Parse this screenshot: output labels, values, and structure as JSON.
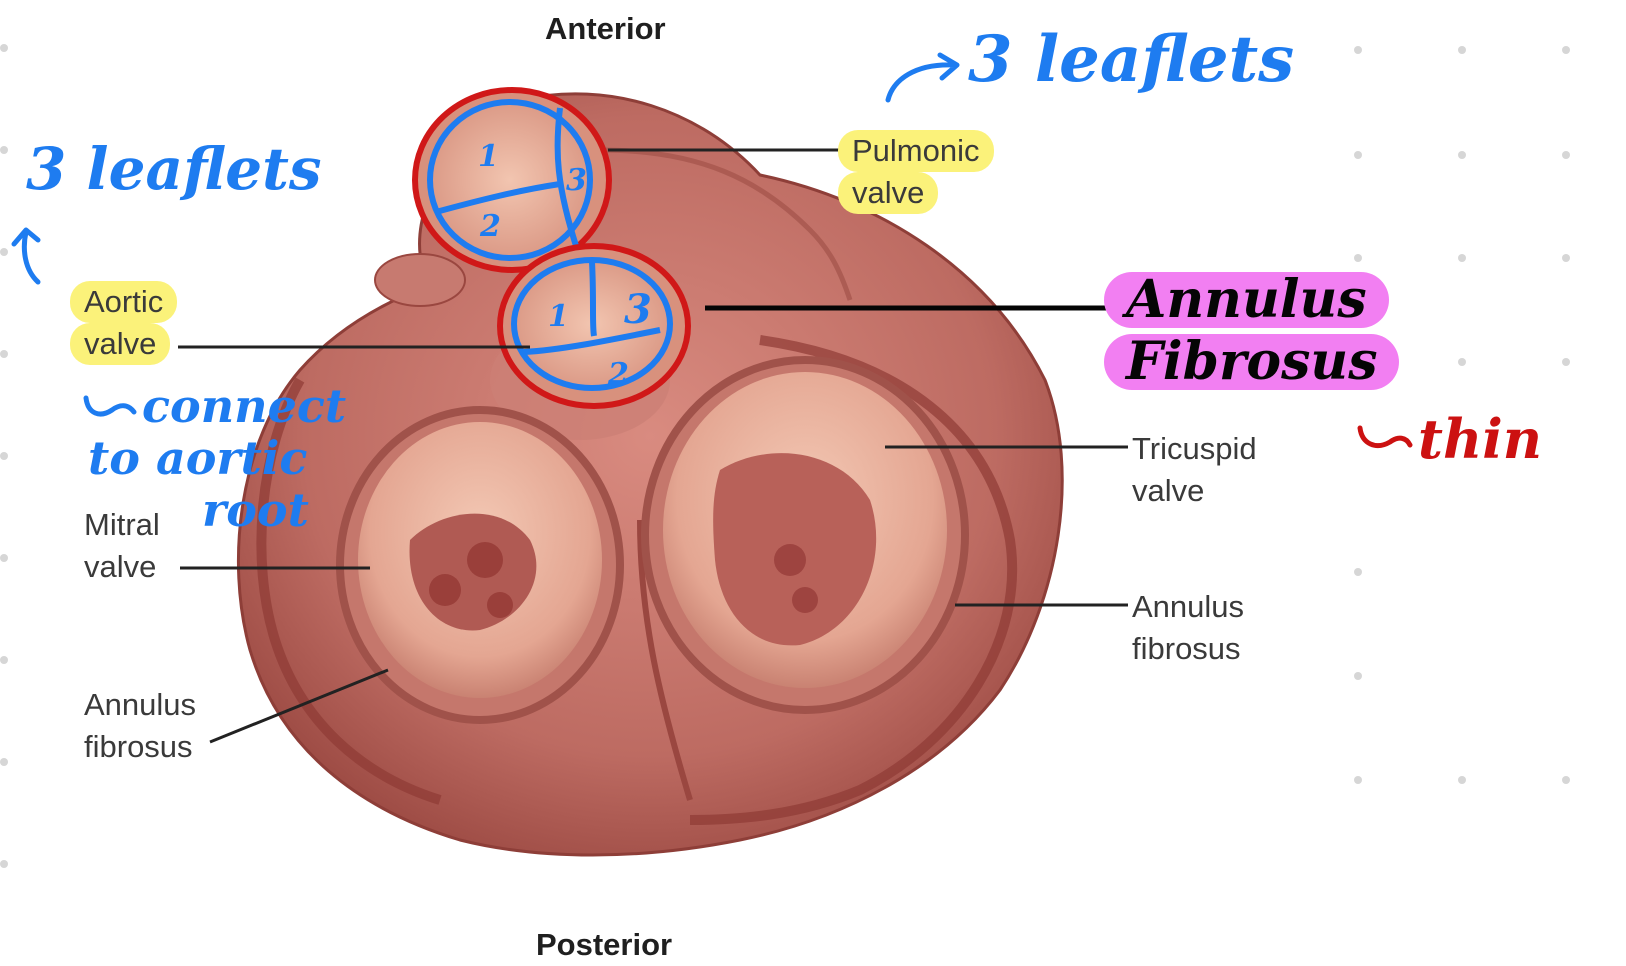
{
  "labels": {
    "anterior": "Anterior",
    "posterior": "Posterior",
    "pulmonic_line1": "Pulmonic",
    "pulmonic_line2": "valve",
    "aortic_line1": "Aortic",
    "aortic_line2": "valve",
    "mitral_line1": "Mitral",
    "mitral_line2": "valve",
    "annulus_left_line1": "Annulus",
    "annulus_left_line2": "fibrosus",
    "tricuspid_line1": "Tricuspid",
    "tricuspid_line2": "valve",
    "annulus_right_line1": "Annulus",
    "annulus_right_line2": "fibrosus"
  },
  "handwriting": {
    "three_leaflets_top": "3 leaflets",
    "three_leaflets_left": "3 leaflets",
    "annulus_line1": "Annulus",
    "annulus_line2": "Fibrosus",
    "thin": "thin",
    "connect_line1": "connect",
    "connect_line2": "to aortic",
    "connect_line3": "root"
  },
  "leaflet_numbers": {
    "pulmonic": [
      "1",
      "2",
      "3"
    ],
    "aortic": [
      "1",
      "2",
      "3"
    ]
  },
  "colors": {
    "heart_tissue": "#b9675e",
    "annotation_blue": "#1e7cf0",
    "annotation_red": "#cc1111",
    "highlight_yellow": "#fbf27a",
    "highlight_pink": "#f27ff2"
  }
}
